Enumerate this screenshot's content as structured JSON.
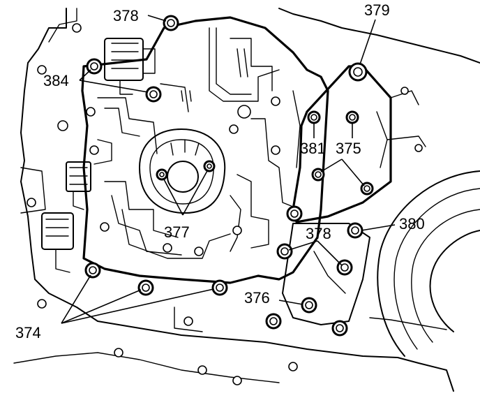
{
  "callouts": {
    "c374": "374",
    "c375": "375",
    "c376": "376",
    "c377": "377",
    "c378_top": "378",
    "c378_mid": "378",
    "c379": "379",
    "c380": "380",
    "c381": "381",
    "c384": "384"
  },
  "colors": {
    "ink": "#000000",
    "paper": "#ffffff"
  }
}
